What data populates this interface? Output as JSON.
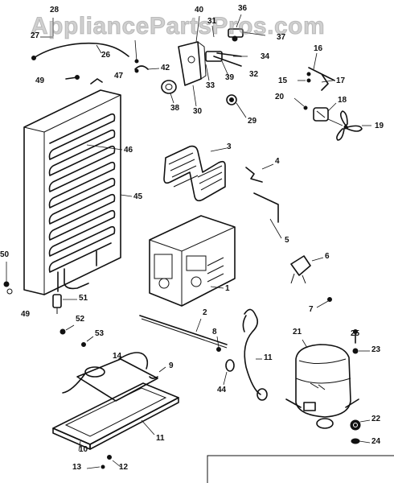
{
  "watermark": "AppliancePartsPros.com",
  "callouts": [
    {
      "id": "1",
      "text": "1"
    },
    {
      "id": "2",
      "text": "2"
    },
    {
      "id": "3",
      "text": "3"
    },
    {
      "id": "4",
      "text": "4"
    },
    {
      "id": "5",
      "text": "5"
    },
    {
      "id": "6",
      "text": "6"
    },
    {
      "id": "7",
      "text": "7"
    },
    {
      "id": "8",
      "text": "8"
    },
    {
      "id": "9",
      "text": "9"
    },
    {
      "id": "10",
      "text": "10"
    },
    {
      "id": "11a",
      "text": "11"
    },
    {
      "id": "11b",
      "text": "11"
    },
    {
      "id": "12",
      "text": "12"
    },
    {
      "id": "13",
      "text": "13"
    },
    {
      "id": "14",
      "text": "14"
    },
    {
      "id": "15",
      "text": "15"
    },
    {
      "id": "16",
      "text": "16"
    },
    {
      "id": "17",
      "text": "17"
    },
    {
      "id": "18",
      "text": "18"
    },
    {
      "id": "19",
      "text": "19"
    },
    {
      "id": "20",
      "text": "20"
    },
    {
      "id": "21",
      "text": "21"
    },
    {
      "id": "22",
      "text": "22"
    },
    {
      "id": "23",
      "text": "23"
    },
    {
      "id": "24",
      "text": "24"
    },
    {
      "id": "25",
      "text": "25"
    },
    {
      "id": "26",
      "text": "26"
    },
    {
      "id": "27",
      "text": "27"
    },
    {
      "id": "28",
      "text": "28"
    },
    {
      "id": "29",
      "text": "29"
    },
    {
      "id": "30",
      "text": "30"
    },
    {
      "id": "31",
      "text": "31"
    },
    {
      "id": "32",
      "text": "32"
    },
    {
      "id": "33",
      "text": "33"
    },
    {
      "id": "34",
      "text": "34"
    },
    {
      "id": "36",
      "text": "36"
    },
    {
      "id": "37",
      "text": "37"
    },
    {
      "id": "38",
      "text": "38"
    },
    {
      "id": "39",
      "text": "39"
    },
    {
      "id": "40",
      "text": "40"
    },
    {
      "id": "42",
      "text": "42"
    },
    {
      "id": "44",
      "text": "44"
    },
    {
      "id": "45",
      "text": "45"
    },
    {
      "id": "46",
      "text": "46"
    },
    {
      "id": "47",
      "text": "47"
    },
    {
      "id": "49a",
      "text": "49"
    },
    {
      "id": "49b",
      "text": "49"
    },
    {
      "id": "50",
      "text": "50"
    },
    {
      "id": "51",
      "text": "51"
    },
    {
      "id": "52",
      "text": "52"
    },
    {
      "id": "53",
      "text": "53"
    }
  ]
}
